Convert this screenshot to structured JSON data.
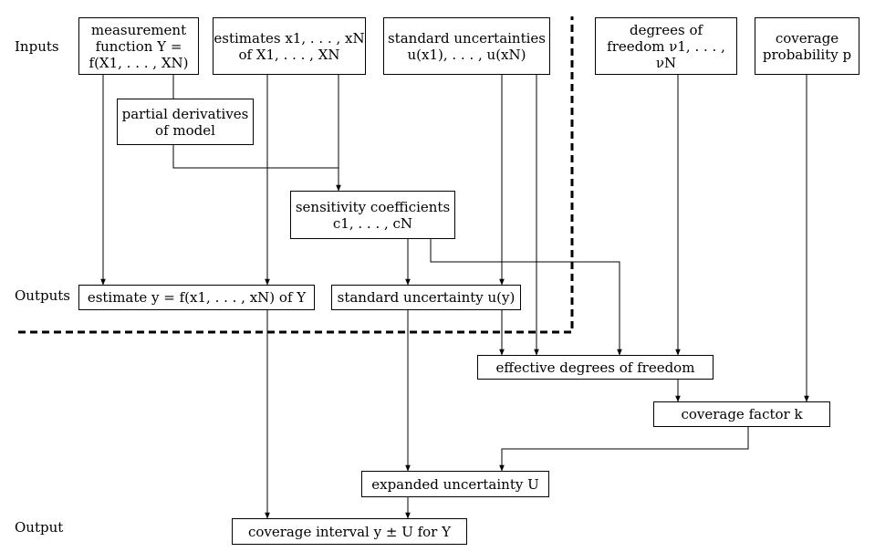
{
  "labels": {
    "inputs": "Inputs",
    "outputs": "Outputs",
    "output": "Output"
  },
  "boxes": {
    "measurement_function": "measurement\nfunction Y =\nf(X1, . . . , XN)",
    "estimates": "estimates x1, . . . , xN\nof X1, . . . , XN",
    "standard_uncertainties": "standard uncertainties\nu(x1), . . . , u(xN)",
    "degrees_of_freedom": "degrees of\nfreedom ν1, . . . , νN",
    "coverage_probability": "coverage\nprobability p",
    "partial_derivatives": "partial derivatives\nof model",
    "sensitivity_coefficients": "sensitivity coefficients\nc1, . . . , cN",
    "estimate_y": "estimate y = f(x1, . . . , xN) of Y",
    "standard_uncertainty_uy": "standard uncertainty u(y)",
    "effective_dof": "effective degrees of freedom",
    "coverage_factor": "coverage factor k",
    "expanded_uncertainty": "expanded uncertainty U",
    "coverage_interval": "coverage interval y ± U for Y"
  }
}
